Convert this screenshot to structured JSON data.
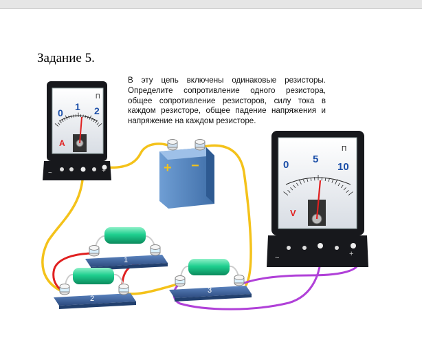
{
  "task": {
    "title": "Задание 5.",
    "text": "В эту цепь включены одинаковые резисторы. Определите сопротивление одного резистора, общее сопротивление резисторов, силу тока в каждом резисторе, общее падение напряжения и напряжение на каждом резисторе."
  },
  "ammeter": {
    "scale": [
      "0",
      "1",
      "2"
    ],
    "letter": "A",
    "terminal_minus": "~",
    "terminal_plus": "+",
    "reading": 1.1
  },
  "voltmeter": {
    "scale": [
      "0",
      "5",
      "10"
    ],
    "letter": "V",
    "terminal_minus": "~",
    "terminal_plus": "+",
    "reading": 5.2
  },
  "battery": {
    "plus": "+",
    "minus": "−"
  },
  "resistors": [
    {
      "label": "1"
    },
    {
      "label": "2"
    },
    {
      "label": "3"
    }
  ],
  "colors": {
    "wire_yellow": "#f4c21a",
    "wire_red": "#e02020",
    "wire_purple": "#b040d8",
    "resistor": "#1ecf8f",
    "base": "#3a5f9a",
    "battery": "#5a88c0",
    "meter_body": "#17181c",
    "needle": "#e02020"
  }
}
